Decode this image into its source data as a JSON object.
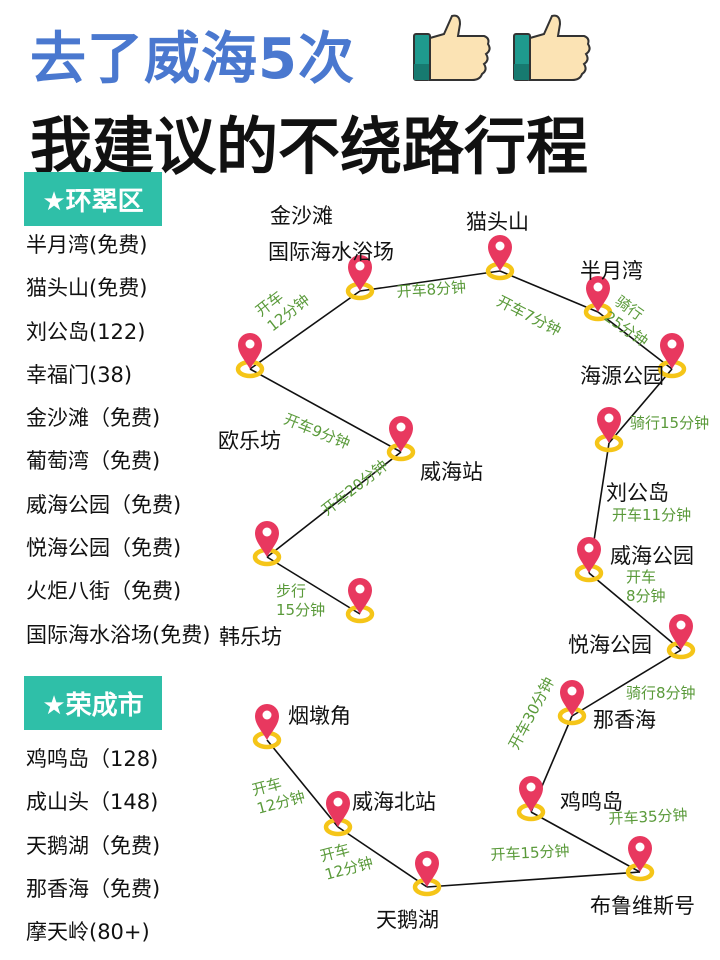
{
  "header": {
    "title_line1": "去了威海5次",
    "title_line2": "我建议的不绕路行程",
    "icons": [
      "thumbs-up-icon",
      "thumbs-up-icon"
    ]
  },
  "sections": [
    {
      "badge": "★环翠区",
      "items": [
        "半月湾(免费)",
        "猫头山(免费)",
        "刘公岛(122)",
        "幸福门(38)",
        "金沙滩（免费)",
        "葡萄湾（免费)",
        "威海公园（免费)",
        "悦海公园（免费)",
        "火炬八街（免费)",
        "国际海水浴场(免费)"
      ]
    },
    {
      "badge": "★荣成市",
      "items": [
        "鸡鸣岛（128)",
        "成山头（148)",
        "天鹅湖（免费)",
        "那香海（免费)",
        "摩天岭(80+)"
      ]
    }
  ],
  "map": {
    "places": [
      "国际海水浴场",
      "金沙滩",
      "猫头山",
      "半月湾",
      "海源公园",
      "刘公岛",
      "威海公园",
      "悦海公园",
      "那香海",
      "鸡鸣岛",
      "布鲁维斯号",
      "天鹅湖",
      "烟墩角",
      "威海北站",
      "欧乐坊",
      "威海站",
      "韩乐坊"
    ],
    "routes": [
      "开车\n12分钟",
      "开车8分钟",
      "开车7分钟",
      "骑行\n25分钟",
      "骑行15分钟",
      "开车11分钟",
      "开车\n8分钟",
      "骑行8分钟",
      "开车30分钟",
      "开车35分钟",
      "开车15分钟",
      "开车\n12分钟",
      "开车\n12分钟",
      "开车9分钟",
      "开车20分钟",
      "步行\n15分钟"
    ],
    "colors": {
      "pin": "#e8385f",
      "ring": "#f5c518",
      "route_text": "#5a9a3a",
      "badge": "#2fbfa8",
      "title": "#4a78cf"
    }
  }
}
